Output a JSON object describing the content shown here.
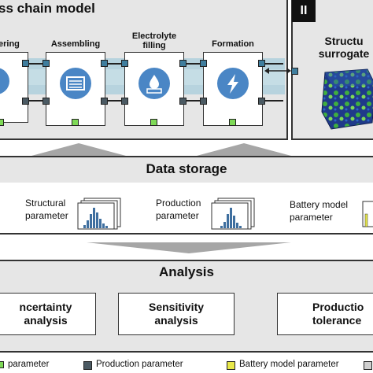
{
  "process_chain": {
    "title": "ss chain model",
    "steps": [
      {
        "label_lines": [
          "ering"
        ]
      },
      {
        "label_lines": [
          "Assembling"
        ]
      },
      {
        "label_lines": [
          "Electrolyte",
          "filling"
        ]
      },
      {
        "label_lines": [
          "Formation"
        ]
      }
    ]
  },
  "surrogate": {
    "badge": "II",
    "title_lines": [
      "Structu",
      "surrogate"
    ]
  },
  "data_storage": {
    "title": "Data storage",
    "items": [
      {
        "lines": [
          "Structural",
          "parameter"
        ]
      },
      {
        "lines": [
          "Production",
          "parameter"
        ]
      },
      {
        "lines": [
          "Battery model",
          "parameter"
        ]
      }
    ]
  },
  "analysis": {
    "title": "Analysis",
    "boxes": [
      {
        "lines": [
          "ncertainty",
          "analysis"
        ]
      },
      {
        "lines": [
          "Sensitivity",
          "analysis"
        ]
      },
      {
        "lines": [
          "Productio",
          "tolerance"
        ]
      }
    ]
  },
  "legend": [
    {
      "label": "parameter",
      "color": "#7ed957"
    },
    {
      "label": "Production parameter",
      "color": "#4b5a63"
    },
    {
      "label": "Battery model parameter",
      "color": "#e8e84a"
    }
  ],
  "colors": {
    "panel": "#e6e6e6",
    "band": "#c5dde5",
    "step_circle": "#4a86c5",
    "node_prod": "#3f7e9e",
    "node_material": "#7ed957",
    "histogram": "#3f6f9f"
  }
}
